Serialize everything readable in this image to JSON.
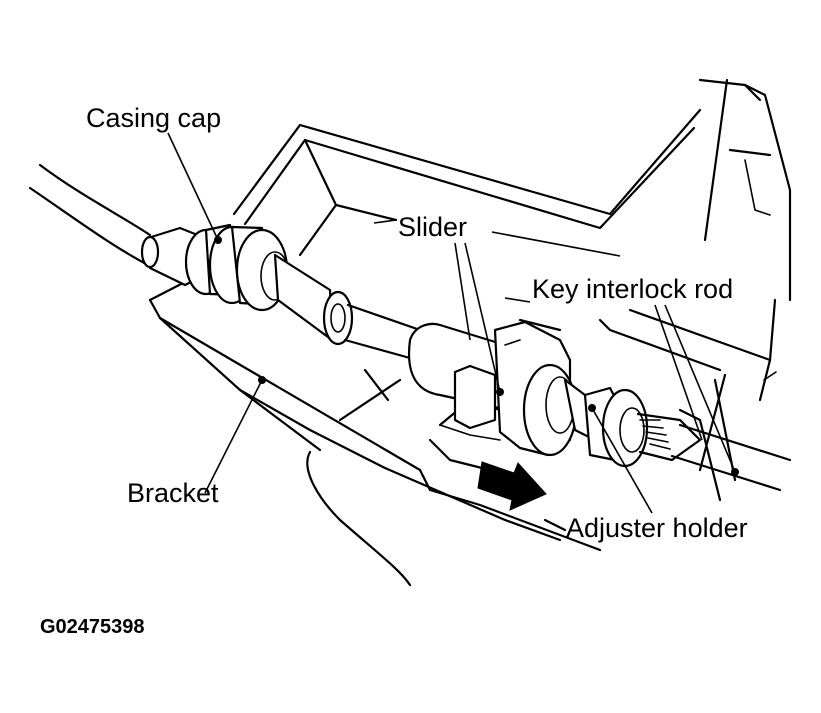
{
  "labels": {
    "casing_cap": "Casing cap",
    "slider": "Slider",
    "key_interlock_rod": "Key interlock rod",
    "bracket": "Bracket",
    "adjuster_holder": "Adjuster holder"
  },
  "figure_code": "G02475398",
  "colors": {
    "ink": "#000000",
    "paper": "#ffffff"
  }
}
